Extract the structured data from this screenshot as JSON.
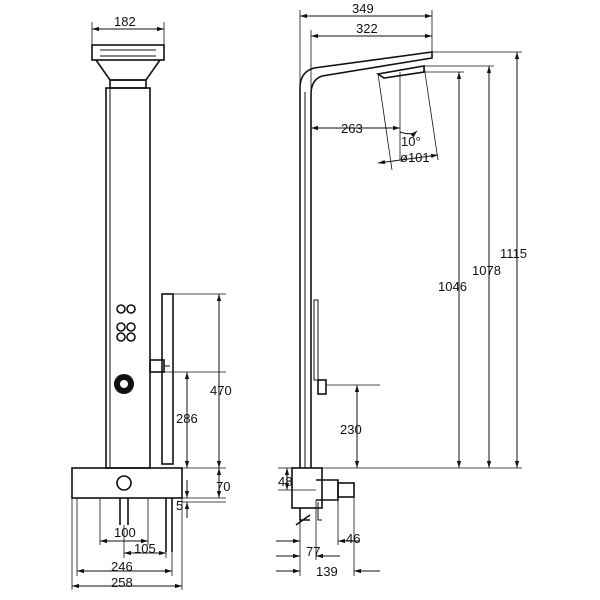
{
  "front_view": {
    "dims": {
      "top_width": "182",
      "height_470": "470",
      "height_286": "286",
      "height_70": "70",
      "height_5": "5",
      "width_100": "100",
      "width_105": "105",
      "width_246": "246",
      "width_258": "258"
    }
  },
  "side_view": {
    "dims": {
      "width_349": "349",
      "width_322": "322",
      "reach_263": "263",
      "angle_10": "10°",
      "diameter_101": "ø101",
      "height_1115": "1115",
      "height_1078": "1078",
      "height_1046": "1046",
      "height_230": "230",
      "height_48": "48",
      "depth_77": "77",
      "depth_46": "46",
      "depth_139": "139"
    }
  }
}
